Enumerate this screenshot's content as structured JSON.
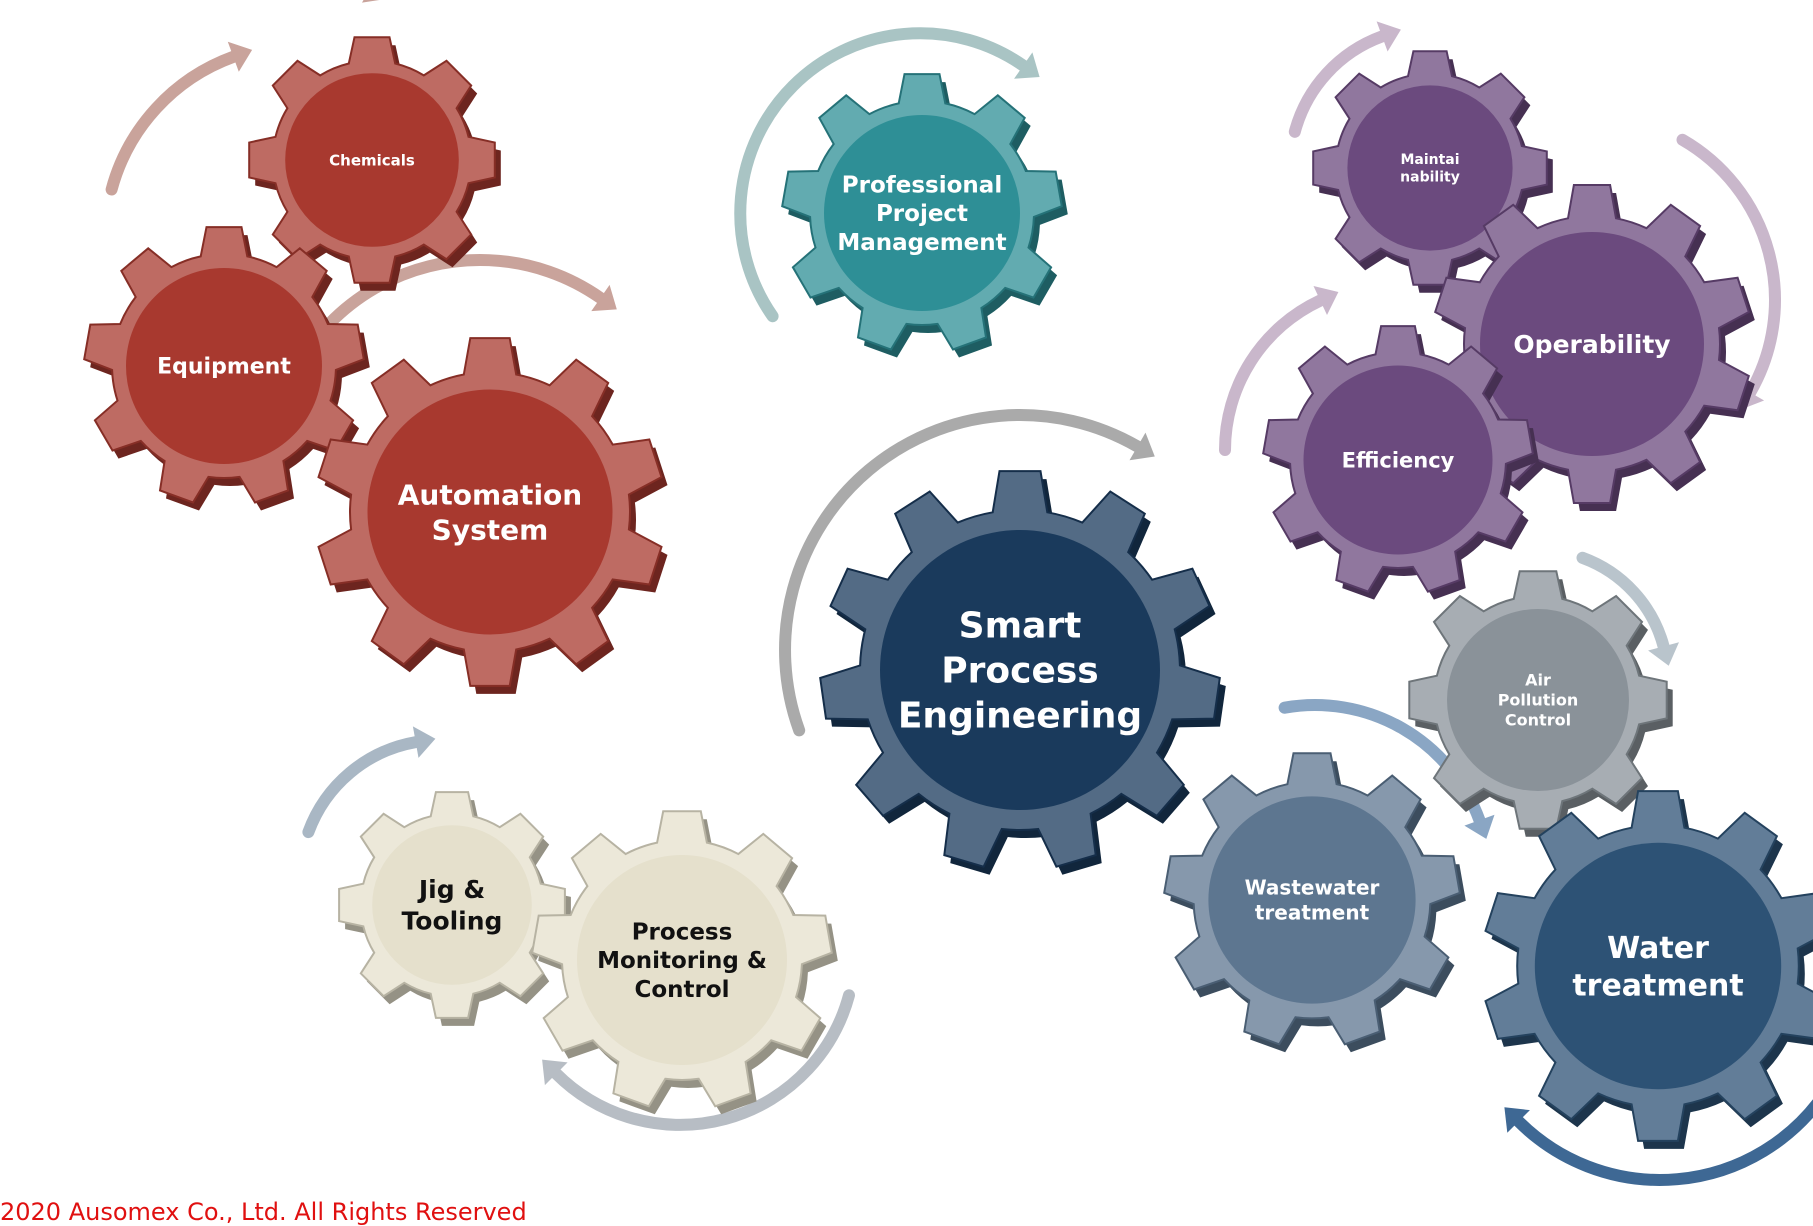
{
  "gears": [
    {
      "id": "chemicals",
      "lines": [
        "Chemicals"
      ],
      "color": "#a8392f"
    },
    {
      "id": "equipment",
      "lines": [
        "Equipment"
      ],
      "color": "#a8392f"
    },
    {
      "id": "automation-system",
      "lines": [
        "Automation",
        "System"
      ],
      "color": "#a8392f"
    },
    {
      "id": "professional-project-management",
      "lines": [
        "Professional",
        "Project",
        "Management"
      ],
      "color": "#2e8f96"
    },
    {
      "id": "maintainability",
      "lines": [
        "Maintai",
        "nability"
      ],
      "color": "#6b4a7e"
    },
    {
      "id": "operability",
      "lines": [
        "Operability"
      ],
      "color": "#6b4a7e"
    },
    {
      "id": "efficiency",
      "lines": [
        "Efficiency"
      ],
      "color": "#6b4a7e"
    },
    {
      "id": "smart-process-engineering",
      "lines": [
        "Smart",
        "Process",
        "Engineering"
      ],
      "color": "#1a3a5c"
    },
    {
      "id": "jig-tooling",
      "lines": [
        "Jig &",
        "Tooling"
      ],
      "color": "#e5e0cc"
    },
    {
      "id": "process-monitoring-control",
      "lines": [
        "Process",
        "Monitoring &",
        "Control"
      ],
      "color": "#e5e0cc"
    },
    {
      "id": "air-pollution-control",
      "lines": [
        "Air",
        "Pollution",
        "Control"
      ],
      "color": "#8a9299"
    },
    {
      "id": "wastewater-treatment",
      "lines": [
        "Wastewater",
        "treatment"
      ],
      "color": "#5d7690"
    },
    {
      "id": "water-treatment",
      "lines": [
        "Water",
        "treatment"
      ],
      "color": "#2d5275"
    }
  ],
  "footer": {
    "copyright": "2020 Ausomex Co., Ltd. All Rights Reserved"
  }
}
